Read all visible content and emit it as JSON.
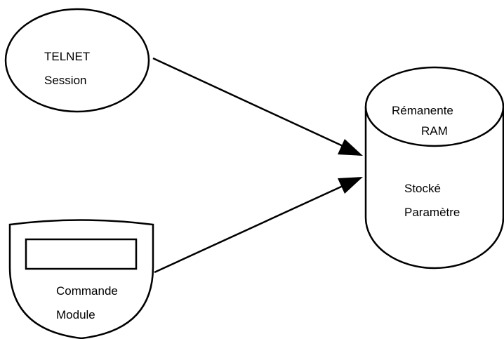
{
  "nodes": {
    "telnet": {
      "line1": "TELNET",
      "line2": "Session"
    },
    "storage": {
      "top_line1": "Rémanente",
      "top_line2": "RAM",
      "body_line1": "Stocké",
      "body_line2": "Paramètre"
    },
    "control_module": {
      "line1": "Commande",
      "line2": "Module"
    }
  },
  "colors": {
    "stroke": "#000000",
    "fill": "#ffffff"
  }
}
